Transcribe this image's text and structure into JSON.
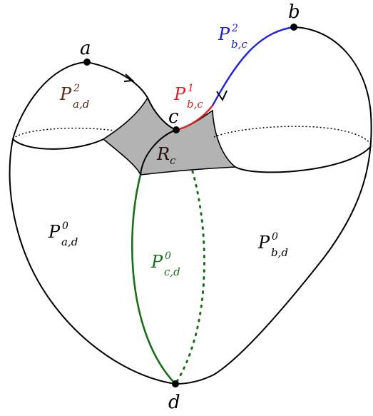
{
  "points": {
    "a": "a",
    "b": "b",
    "c": "c",
    "d": "d"
  },
  "labels": {
    "P_ad_2": {
      "base": "P",
      "sup": "2",
      "sub": "a,d",
      "color": "#5a2a1a"
    },
    "P_bc_2": {
      "base": "P",
      "sup": "2",
      "sub": "b,c",
      "color": "#1a1adb"
    },
    "P_bc_1": {
      "base": "P",
      "sup": "1",
      "sub": "b,c",
      "color": "#e02020"
    },
    "R_c": {
      "base": "R",
      "sub": "c",
      "color": "#2a1010"
    },
    "P_ad_0": {
      "base": "P",
      "sup": "0",
      "sub": "a,d",
      "color": "#000000"
    },
    "P_bd_0": {
      "base": "P",
      "sup": "0",
      "sub": "b,d",
      "color": "#000000"
    },
    "P_cd_0": {
      "base": "P",
      "sup": "0",
      "sub": "c,d",
      "color": "#1a6e1a"
    }
  },
  "colors": {
    "outline": "#000000",
    "region_fill": "#b3b3b3",
    "path_red": "#e02020",
    "path_blue": "#2020e0",
    "path_green": "#1a6e1a"
  }
}
